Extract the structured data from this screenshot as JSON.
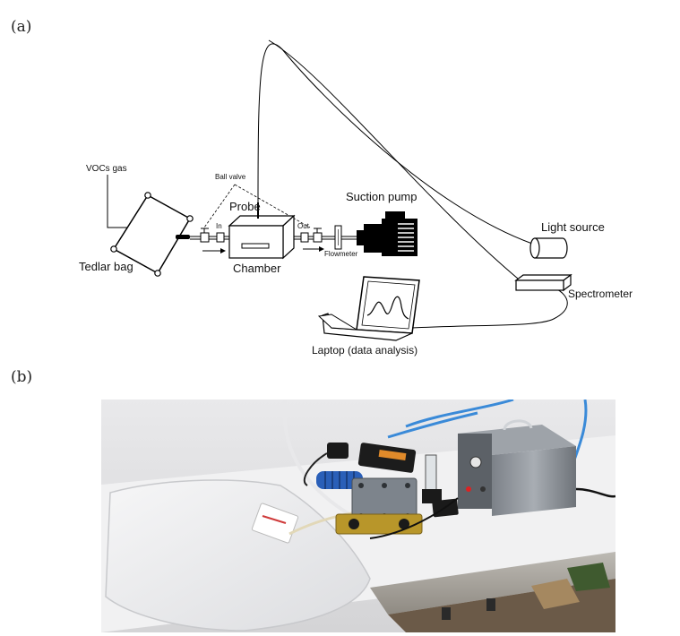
{
  "panels": {
    "a_label": "(a)",
    "b_label": "(b)"
  },
  "diagram": {
    "vocs_gas": "VOCs gas",
    "ball_valve": "Ball valve",
    "probe": "Probe",
    "in": "In",
    "out": "Out",
    "chamber": "Chamber",
    "flowmeter": "Flowmeter",
    "suction_pump": "Suction pump",
    "light_source": "Light source",
    "spectrometer": "Spectrometer",
    "tedlar_bag": "Tedlar bag",
    "laptop": "Laptop (data analysis)"
  },
  "colors": {
    "cable_blue": "#3a8ad8",
    "heater_blue": "#2a5fb8",
    "pump_gray": "#8a8f96",
    "bench": "#cfcac2",
    "cabinet": "#6b5a48"
  }
}
